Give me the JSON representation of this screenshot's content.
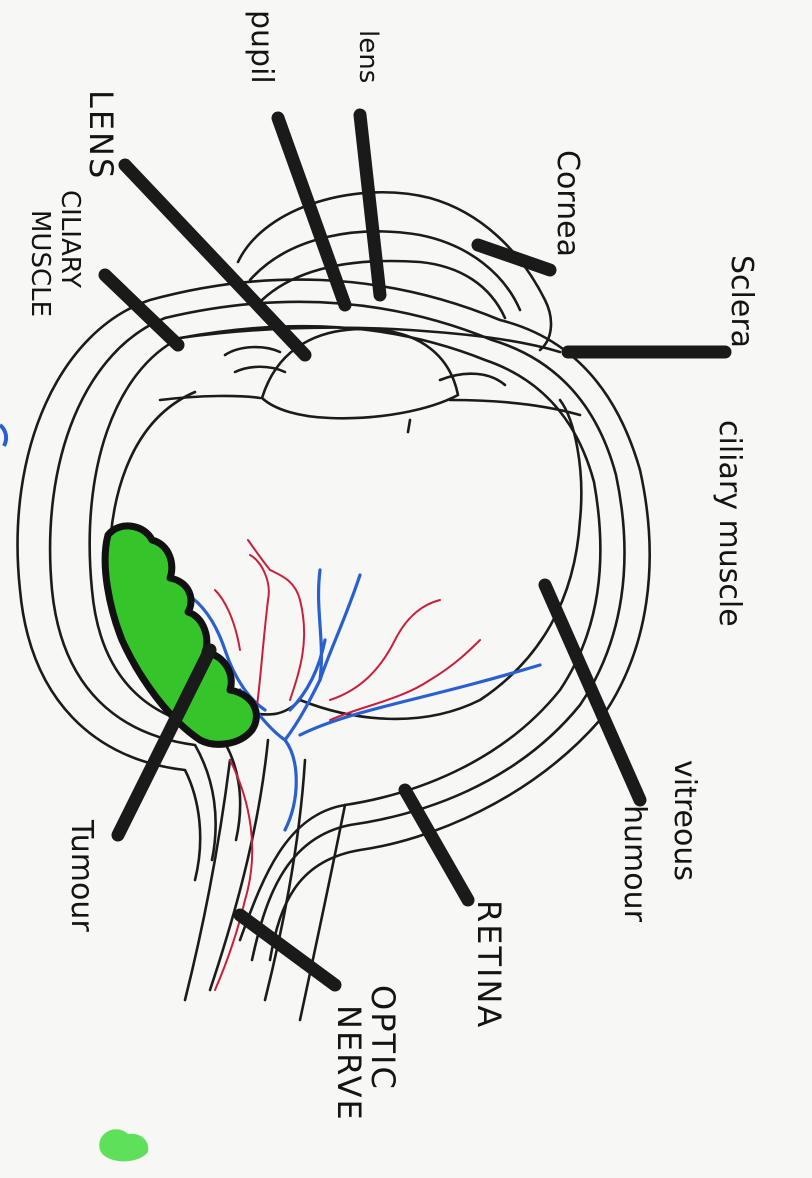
{
  "labels": {
    "pupil": "pupil",
    "lens_top": "lens",
    "lens_side": "LENS",
    "ciliary_muscle_left_1": "CILIARY",
    "ciliary_muscle_left_2": "MUSCLE",
    "cornea": "Cornea",
    "sclera": "Sclera",
    "ciliary_muscle_right": "ciliary muscle",
    "vitreous_1": "vitreous",
    "vitreous_2": "humour",
    "retina": "RETINA",
    "optic_1": "OPTIC",
    "optic_2": "NERVE",
    "tumour": "Tumour"
  },
  "colors": {
    "paper": "#f7f7f5",
    "ink": "#1a1a1a",
    "tumour_fill": "#35c42a",
    "vessel_blue": "#2a5fd0",
    "vessel_red": "#c8203a",
    "corner_mark": "#5ee05a"
  }
}
